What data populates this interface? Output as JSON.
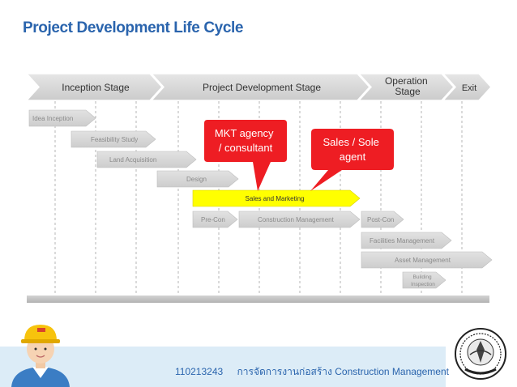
{
  "title": "Project Development Life Cycle",
  "stages": [
    {
      "label": "Inception Stage"
    },
    {
      "label": "Project Development Stage"
    },
    {
      "label": "Operation Stage"
    },
    {
      "label": "Exit"
    }
  ],
  "tasks": {
    "idea": "Idea Inception",
    "feasibility": "Feasibility Study",
    "land": "Land Acquisition",
    "design": "Design",
    "sales": "Sales and Marketing",
    "precon": "Pre-Con",
    "construction": "Construction Management",
    "postcon": "Post-Con",
    "facilities": "Facilities Management",
    "asset": "Asset Management",
    "building": "Building Inspection"
  },
  "callouts": {
    "mkt": "MKT agency / consultant",
    "sales_agent": "Sales / Sole agent"
  },
  "footer": {
    "course_code": "110213243",
    "course_name": "การจัดการงานก่อสร้าง Construction Management"
  },
  "colors": {
    "title": "#2a64ad",
    "stage_fill": "#d6d6d6",
    "task_fill": "#dadada",
    "highlight": "#ffff00",
    "callout": "#ee1d23",
    "footer_band": "#dcecf7"
  },
  "icons": [
    "worker-avatar-icon",
    "university-seal-icon"
  ]
}
